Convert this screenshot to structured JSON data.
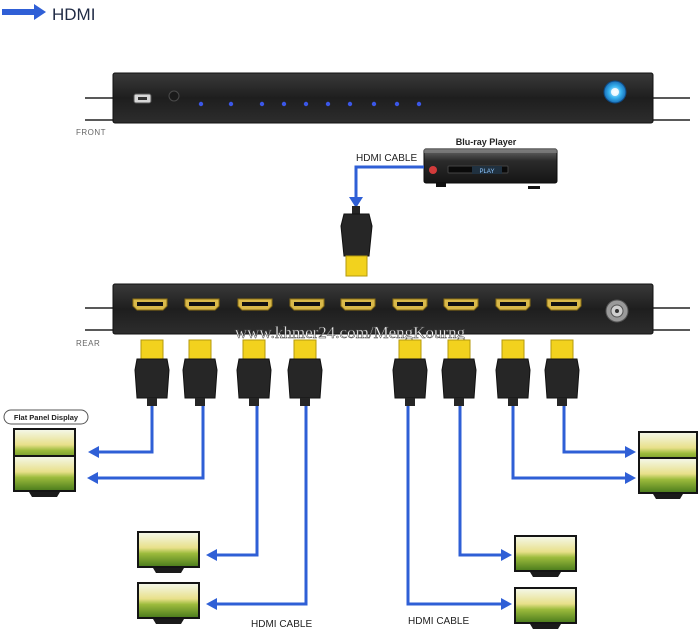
{
  "legend": {
    "label": "HDMI",
    "arrow_color": "#2f5fd6"
  },
  "front_panel": {
    "label": "FRONT",
    "led_count": 10
  },
  "source": {
    "label": "Blu-ray Player",
    "screen_text": "PLAY"
  },
  "cable_labels": {
    "input": "HDMI CABLE",
    "bottom_left": "HDMI CABLE",
    "bottom_right": "HDMI CABLE"
  },
  "rear_panel": {
    "label": "REAR",
    "hdmi_port_count": 9
  },
  "watermark": "www.khmer24.com/MengKourng",
  "displays": {
    "badge": "Flat Panel Display",
    "count": 8
  },
  "colors": {
    "cable": "#2f5fd6",
    "device": "#262626",
    "gold": "#f2d21e",
    "led": "#3b57e8"
  }
}
